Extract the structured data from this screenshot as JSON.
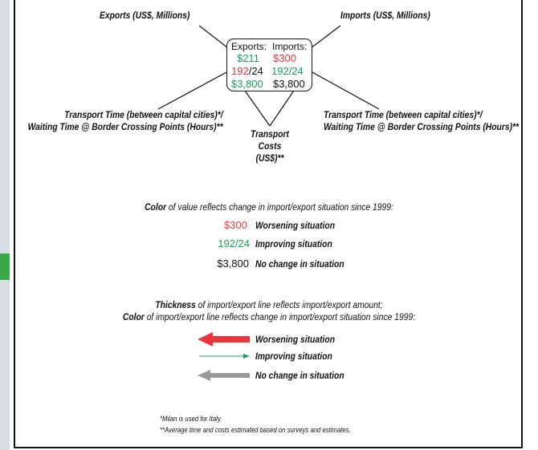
{
  "labels": {
    "exports_title": "Exports (US$, Millions)",
    "imports_title": "Imports (US$, Millions)",
    "transport_time_left_1": "Transport Time (between capital cities)*/",
    "transport_time_left_2": "Waiting Time @ Border Crossing Points (Hours)**",
    "transport_time_right_1": "Transport Time (between capital cities)*/",
    "transport_time_right_2": "Waiting Time @ Border Crossing Points (Hours)**",
    "transport_costs_1": "Transport",
    "transport_costs_2": "Costs",
    "transport_costs_3": "(US$)**"
  },
  "box": {
    "exports_header": "Exports:",
    "imports_header": "Imports:",
    "export_value": "$211",
    "import_value": "$300",
    "export_time_a": "192",
    "export_time_b": "/24",
    "import_time": "192/24",
    "export_cost": "$3,800",
    "import_cost": "$3,800",
    "colors": {
      "worsening": "#e03a3e",
      "improving": "#1aa156",
      "no_change": "#111111"
    }
  },
  "value_legend": {
    "title_bold": "Color",
    "title_rest": " of value reflects change in import/export situation since 1999:",
    "items": [
      {
        "value": "$300",
        "desc": "Worsening situation",
        "status": "worsening"
      },
      {
        "value": "192/24",
        "desc": "Improving situation",
        "status": "improving"
      },
      {
        "value": "$3,800",
        "desc": "No change in situation",
        "status": "no_change"
      }
    ]
  },
  "line_legend": {
    "title1_bold": "Thickness",
    "title1_rest": " of import/export line reflects import/export amount;",
    "title2_bold": "Color",
    "title2_rest": " of import/export line reflects change in import/export situation since 1999:",
    "items": [
      {
        "desc": "Worsening situation",
        "color": "#e8363c",
        "thickness": "thick"
      },
      {
        "desc": "Improving situation",
        "color": "#1aa156",
        "thickness": "thin"
      },
      {
        "desc": "No change in situation",
        "color": "#9a9a9a",
        "thickness": "medium"
      }
    ]
  },
  "footnotes": {
    "note1": "*Milan is used for Italy.",
    "note2": "**Average time and costs estimated based on surveys and estimates."
  }
}
